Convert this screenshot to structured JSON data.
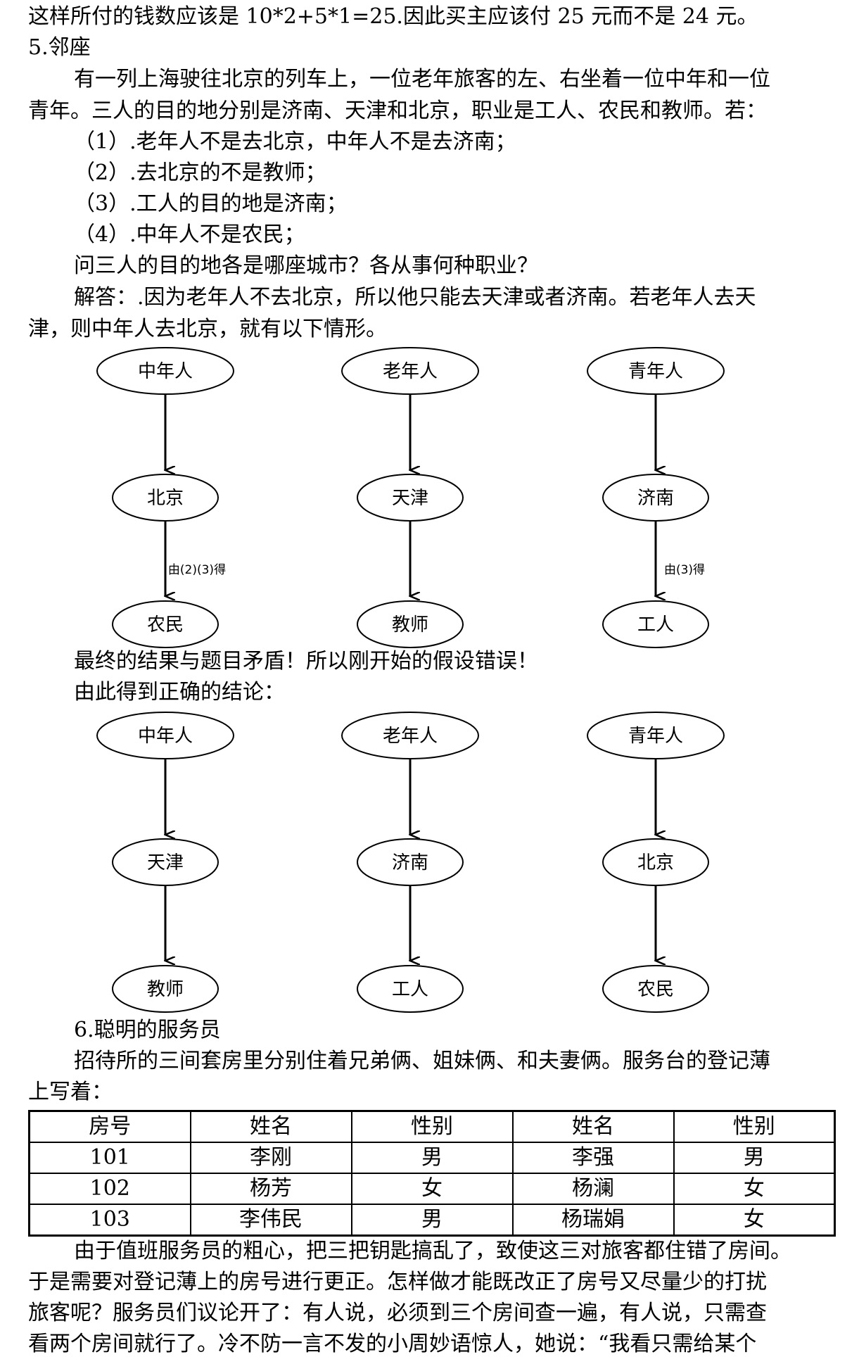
{
  "text": {
    "line1": "这样所付的钱数应该是 10*2+5*1=25.因此买主应该付 25 元而不是 24 元。",
    "heading5": "5.邻座",
    "p1a": "有一列上海驶往北京的列车上，一位老年旅客的左、右坐着一位中年和一位",
    "p1b": "青年。三人的目的地分别是济南、天津和北京，职业是工人、农民和教师。若：",
    "c1": "（1）.老年人不是去北京，中年人不是去济南；",
    "c2": "（2）.去北京的不是教师；",
    "c3": "（3）.工人的目的地是济南；",
    "c4": "（4）.中年人不是农民；",
    "question": "问三人的目的地各是哪座城市？各从事何种职业？",
    "ans_a": "解答：.因为老年人不去北京，所以他只能去天津或者济南。若老年人去天",
    "ans_b": "津，则中年人去北京，就有以下情形。",
    "contradiction": "最终的结果与题目矛盾！所以刚开始的假设错误！",
    "correct": "由此得到正确的结论：",
    "heading6": "6.聪明的服务员",
    "p6a": "招待所的三间套房里分别住着兄弟俩、姐妹俩、和夫妻俩。服务台的登记薄",
    "p6b": "上写着：",
    "p7a": "由于值班服务员的粗心，把三把钥匙搞乱了，致使这三对旅客都住错了房间。",
    "p7b": "于是需要对登记薄上的房号进行更正。怎样做才能既改正了房号又尽量少的打扰",
    "p7c": "旅客呢？服务员们议论开了：有人说，必须到三个房间查一遍，有人说，只需查",
    "p7d": "看两个房间就行了。冷不防一言不发的小周妙语惊人，她说：“我看只需给某个"
  },
  "diagram1": {
    "col1": {
      "person": "中年人",
      "city": "北京",
      "job": "农民",
      "note": "由(2)(3)得"
    },
    "col2": {
      "person": "老年人",
      "city": "天津",
      "job": "教师",
      "note": ""
    },
    "col3": {
      "person": "青年人",
      "city": "济南",
      "job": "工人",
      "note": "由(3)得"
    }
  },
  "diagram2": {
    "col1": {
      "person": "中年人",
      "city": "天津",
      "job": "教师"
    },
    "col2": {
      "person": "老年人",
      "city": "济南",
      "job": "工人"
    },
    "col3": {
      "person": "青年人",
      "city": "北京",
      "job": "农民"
    }
  },
  "table": {
    "headers": [
      "房号",
      "姓名",
      "性别",
      "姓名",
      "性别"
    ],
    "rows": [
      [
        "101",
        "李刚",
        "男",
        "李强",
        "男"
      ],
      [
        "102",
        "杨芳",
        "女",
        "杨澜",
        "女"
      ],
      [
        "103",
        "李伟民",
        "男",
        "杨瑞娟",
        "女"
      ]
    ]
  }
}
